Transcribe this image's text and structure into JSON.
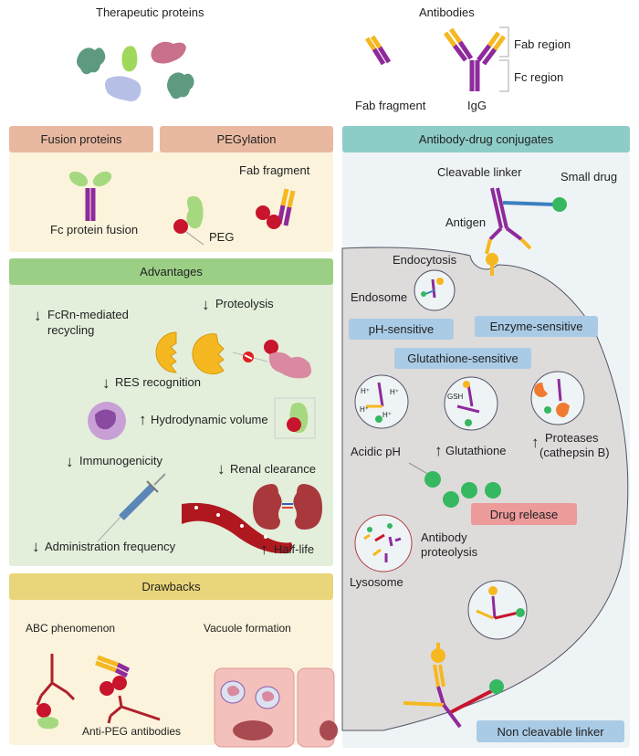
{
  "top": {
    "therapeutic_proteins": "Therapeutic proteins",
    "antibodies": "Antibodies",
    "fab_fragment": "Fab fragment",
    "igg": "IgG",
    "fab_region": "Fab region",
    "fc_region": "Fc region"
  },
  "left": {
    "fusion_header": "Fusion proteins",
    "pegylation_header": "PEGylation",
    "fc_protein_fusion": "Fc protein fusion",
    "peg": "PEG",
    "fab_fragment": "Fab fragment",
    "advantages": {
      "header": "Advantages",
      "items": [
        {
          "dir": "down",
          "label": "FcRn-mediated",
          "label2": "recycling"
        },
        {
          "dir": "down",
          "label": "Proteolysis"
        },
        {
          "dir": "down",
          "label": "RES recognition"
        },
        {
          "dir": "up",
          "label": "Hydrodynamic volume"
        },
        {
          "dir": "down",
          "label": "Immunogenicity"
        },
        {
          "dir": "down",
          "label": "Renal clearance"
        },
        {
          "dir": "down",
          "label": "Administration frequency"
        },
        {
          "dir": "up",
          "label": "Half-life"
        }
      ]
    },
    "drawbacks": {
      "header": "Drawbacks",
      "abc": "ABC phenomenon",
      "vacuole": "Vacuole formation",
      "anti_peg": "Anti-PEG antibodies"
    }
  },
  "right": {
    "header": "Antibody-drug conjugates",
    "cleavable_linker": "Cleavable linker",
    "small_drug": "Small drug",
    "antigen": "Antigen",
    "endocytosis": "Endocytosis",
    "endosome": "Endosome",
    "ph_sensitive": "pH-sensitive",
    "enzyme_sensitive": "Enzyme-sensitive",
    "glutathione_sensitive": "Glutathione-sensitive",
    "h_plus": "H⁺",
    "gsh": "GSH",
    "acidic_ph": "Acidic pH",
    "glutathione": "Glutathione",
    "proteases": "Proteases",
    "cathepsin": "(cathepsin B)",
    "drug_release": "Drug release",
    "antibody_proteolysis_1": "Antibody",
    "antibody_proteolysis_2": "proteolysis",
    "lysosome": "Lysosome",
    "non_cleavable_linker": "Non cleavable linker"
  },
  "glyphs": {
    "down": "↓",
    "up": "↑"
  },
  "colors": {
    "fusion_header": "#e8b9a0",
    "left_panel_bg": "#fbf3dc",
    "advantages_header": "#9ccf86",
    "advantages_bg": "#e3efdb",
    "drawbacks_header": "#ead67a",
    "adc_header": "#8ecdc7",
    "adc_bg": "#eef3f5",
    "cell_bg": "#dedbdb",
    "pill_blue": "#a9cbe6",
    "drug_release": "#ec9a9a",
    "purple": "#8e2a9c",
    "yellow": "#f5b820",
    "drug_green": "#36b860",
    "peg_red": "#c8142c"
  }
}
